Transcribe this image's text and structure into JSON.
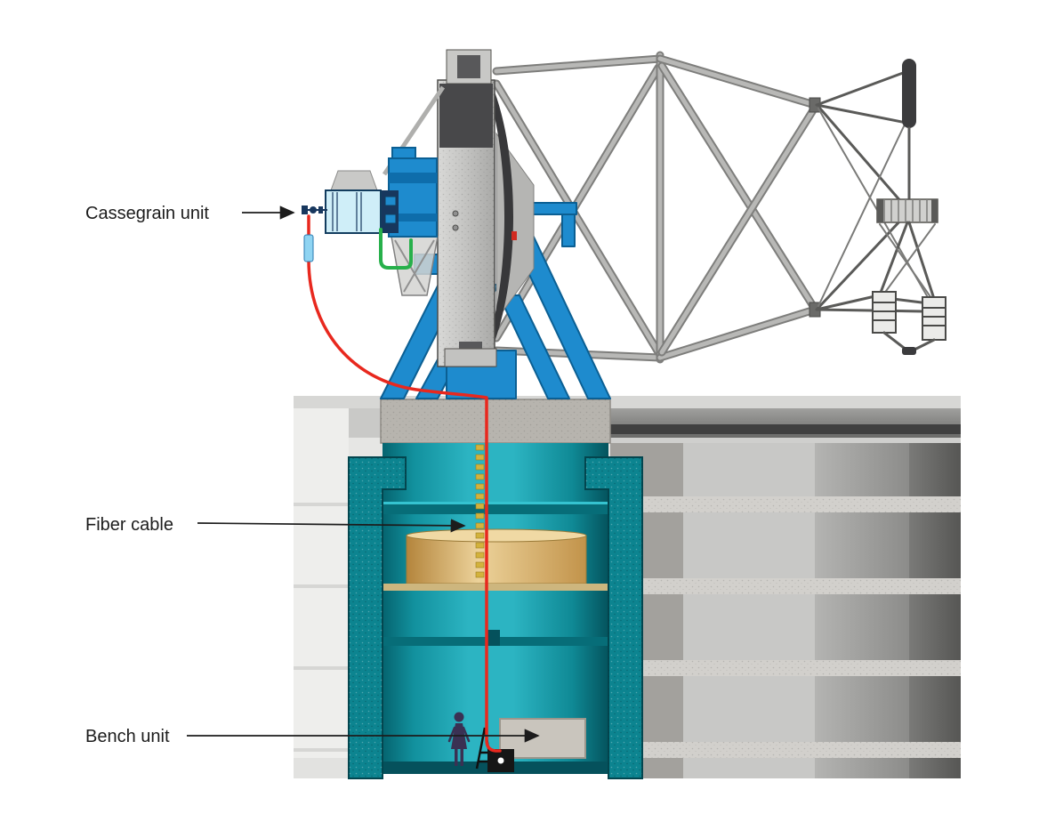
{
  "figure": {
    "labels": {
      "cassegrain": "Cassegrain unit",
      "fiber": "Fiber cable",
      "bench": "Bench unit"
    },
    "colors": {
      "background": "#ffffff",
      "mount_blue": "#1e8bce",
      "pit_teal_wall": "#0c8490",
      "pit_teal_light": "#2cb4c2",
      "cable_red": "#e8281e",
      "cable_green": "#27b04b",
      "coil_gold": "#d9a855",
      "conduit_yellow": "#d3b23c",
      "truss_gray": "#9b9b99",
      "concrete_gray": "#b7b4ae",
      "label_text": "#1c1c1c"
    }
  }
}
